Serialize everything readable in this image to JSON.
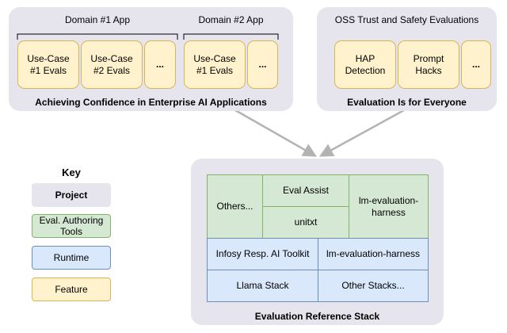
{
  "panels": {
    "enterprise": {
      "title": "Achieving Confidence in Enterprise AI Applications",
      "domain1": {
        "label": "Domain #1 App",
        "features": [
          "Use-Case\n#1 Evals",
          "Use-Case\n#2 Evals",
          "..."
        ]
      },
      "domain2": {
        "label": "Domain #2 App",
        "features": [
          "Use-Case\n#1 Evals",
          "..."
        ]
      }
    },
    "oss": {
      "title": "Evaluation Is for Everyone",
      "label": "OSS Trust and Safety Evaluations",
      "features": [
        "HAP\nDetection",
        "Prompt\nHacks",
        "..."
      ]
    },
    "stack": {
      "title": "Evaluation Reference Stack",
      "authoring": {
        "others": "Others...",
        "eval_assist": "Eval Assist",
        "unitxt": "unitxt",
        "lm_eval": "lm-evaluation-\nharness"
      },
      "runtime": {
        "infosys": "Infosy Resp. AI Toolkit",
        "lm_eval": "lm-evaluation-harness"
      },
      "projects": {
        "llama": "Llama Stack",
        "other": "Other Stacks..."
      }
    }
  },
  "key": {
    "title": "Key",
    "items": [
      {
        "label": "Project",
        "color": "#e6e4ec"
      },
      {
        "label": "Eval. Authoring\nTools",
        "color": "#d5e8d4"
      },
      {
        "label": "Runtime",
        "color": "#dae8fc"
      },
      {
        "label": "Feature",
        "color": "#fff2cc"
      }
    ]
  },
  "colors": {
    "project": "#e6e4ec",
    "authoring": "#d5e8d4",
    "runtime": "#dae8fc",
    "feature": "#fff2cc",
    "arrow": "#b3b3b3"
  }
}
